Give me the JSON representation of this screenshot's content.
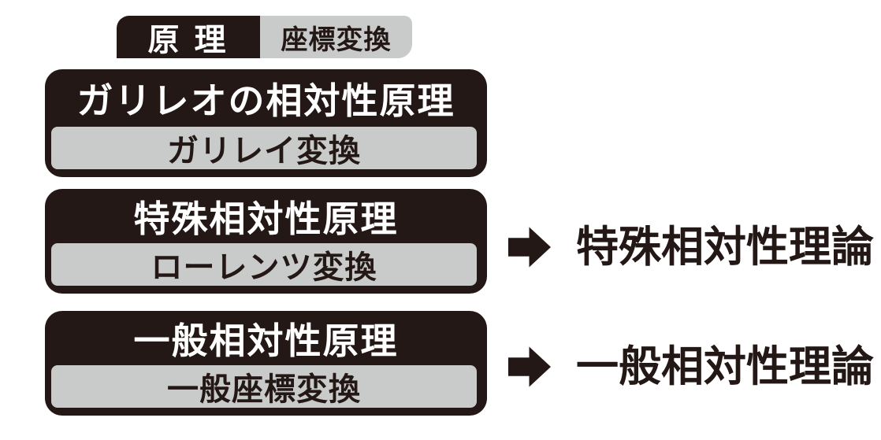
{
  "colors": {
    "ink": "#231815",
    "gray": "#c9caca",
    "white": "#ffffff",
    "bg": "#ffffff"
  },
  "header": {
    "principle_tab": "原 理",
    "transform_tab": "座標変換"
  },
  "rows": [
    {
      "principle": "ガリレオの相対性原理",
      "transform": "ガリレイ変換"
    },
    {
      "principle": "特殊相対性原理",
      "transform": "ローレンツ変換",
      "theory": "特殊相対性理論"
    },
    {
      "principle": "一般相対性原理",
      "transform": "一般座標変換",
      "theory": "一般相対性理論"
    }
  ],
  "icons": {
    "arrow_right": "➡"
  }
}
